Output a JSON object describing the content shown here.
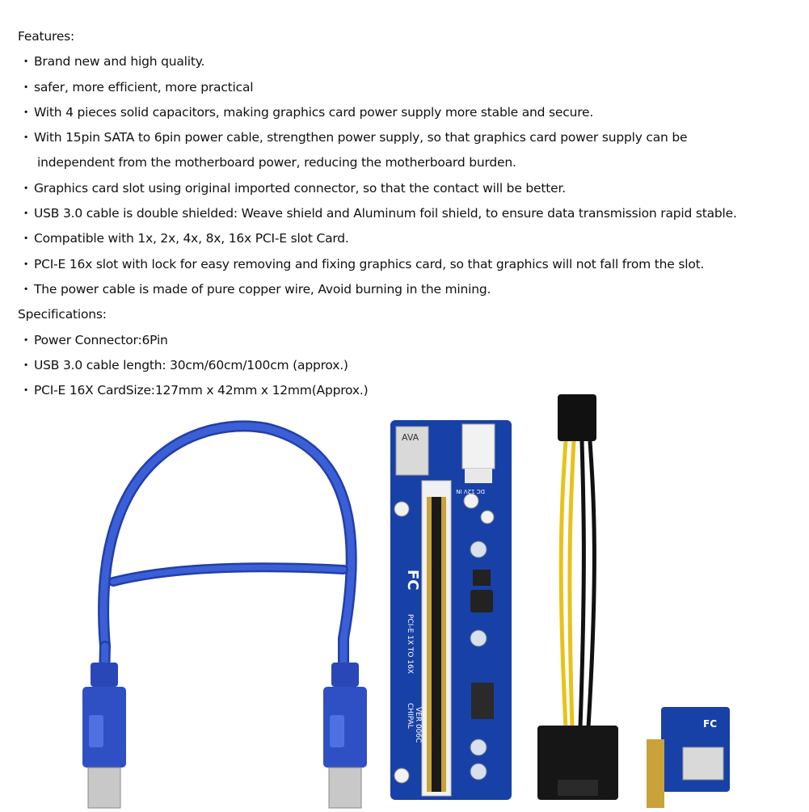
{
  "features": {
    "heading": "Features:",
    "items": [
      [
        "Brand new and high quality."
      ],
      [
        "safer, more efficient, more practical"
      ],
      [
        "With 4 pieces solid capacitors, making graphics card power supply more stable and secure."
      ],
      [
        "With 15pin SATA to 6pin power cable, strengthen power supply, so that graphics card power supply can be",
        "independent from the motherboard power, reducing the motherboard burden."
      ],
      [
        "Graphics card slot using original imported connector, so that the contact will be better."
      ],
      [
        "USB 3.0 cable is double shielded: Weave shield and Aluminum foil shield, to ensure data transmission rapid stable."
      ],
      [
        "Compatible with 1x, 2x, 4x, 8x, 16x PCI-E slot Card."
      ],
      [
        "PCI-E 16x slot with lock for easy removing and fixing graphics card, so that graphics will not fall from the slot."
      ],
      [
        "The power cable is made of pure copper wire, Avoid burning in the mining."
      ]
    ]
  },
  "specifications": {
    "heading": "Specifications:",
    "items": [
      [
        "Power Connector:6Pin"
      ],
      [
        "USB 3.0 cable length: 30cm/60cm/100cm (approx.)"
      ],
      [
        "PCI-E 16X CardSize:127mm x 42mm x 12mm(Approx.)"
      ]
    ]
  },
  "bullet_char": "・",
  "board_labels": {
    "usb_port": "AVA",
    "fc_mark": "FC",
    "model": "PCI-E 1X TO 16X",
    "brand": "CHIPAL",
    "version": "VER 006C",
    "power": "DC 12V IN",
    "small_fc": "FC"
  },
  "colors": {
    "cable_blue": "#2f4fc4",
    "board_blue": "#1741a6",
    "gold": "#c9a23a",
    "yellow_wire": "#e8c21a"
  }
}
